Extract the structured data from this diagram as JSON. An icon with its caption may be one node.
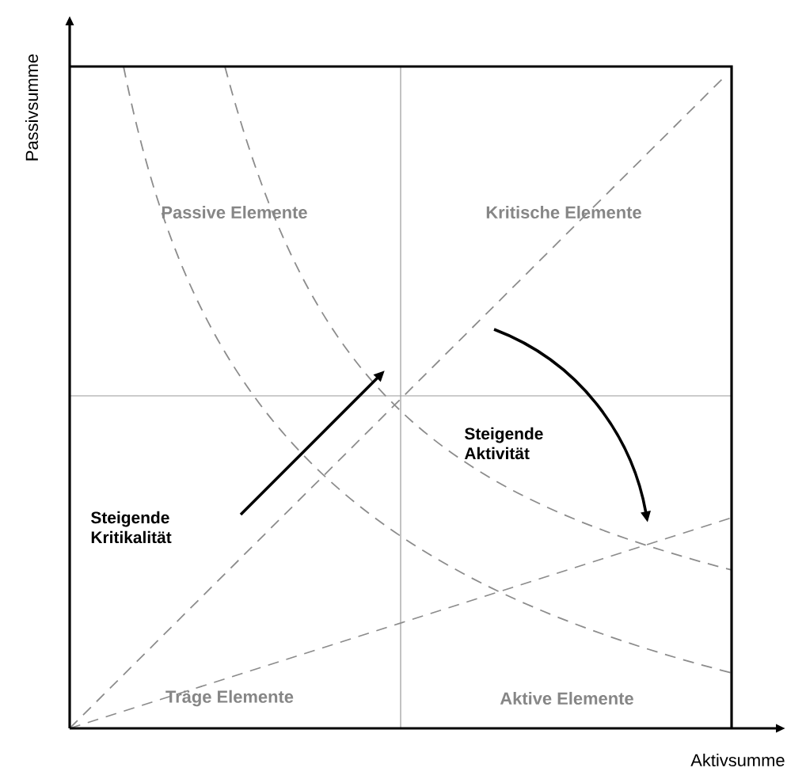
{
  "diagram": {
    "labels": [
      "Passivsumme",
      "Passive Elemente",
      "Kritische Elemente",
      "Steigende Aktivität",
      "Steigende Kritikalität",
      "Träge Elemente",
      "Aktive Elemente",
      "Aktivsumme"
    ]
  }
}
